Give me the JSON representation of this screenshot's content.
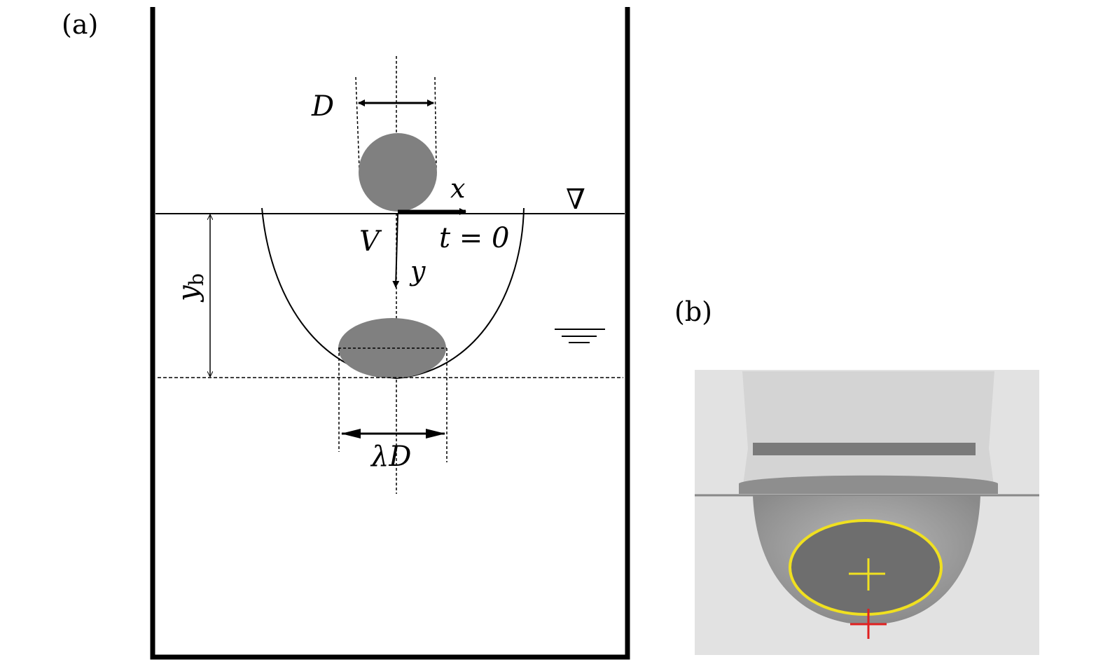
{
  "panel_a": {
    "label": "(a)",
    "symbols": {
      "diameter": "D",
      "x_axis": "x",
      "y_axis": "y",
      "velocity": "V",
      "time": "t = 0",
      "free_surface": "∇",
      "depth": "y",
      "depth_subscript": "b",
      "deformed_width": "λD"
    },
    "colors": {
      "sphere": "#808080",
      "lines": "#000000"
    }
  },
  "panel_b": {
    "label": "(b)",
    "colors": {
      "fit_ellipse": "#f0e020",
      "centroid_marker": "#f0e020",
      "bottom_marker": "#e02020"
    }
  }
}
